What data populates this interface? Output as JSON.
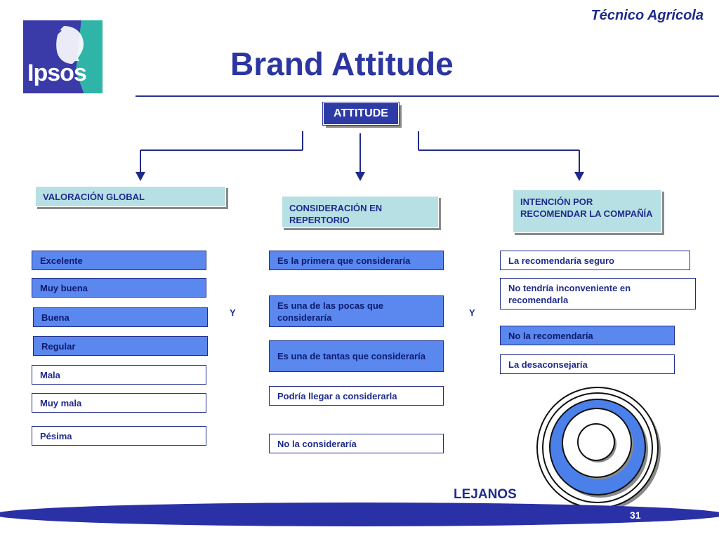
{
  "header": {
    "tag": "Técnico Agrícola",
    "title": "Brand Attitude",
    "logo_text": "Ipsos"
  },
  "root": {
    "label": "ATTITUDE"
  },
  "columns": [
    {
      "heading": "VALORACIÓN GLOBAL",
      "options": [
        "Excelente",
        "Muy buena",
        "Buena",
        "Regular",
        "Mala",
        "Muy mala",
        "Pésima"
      ]
    },
    {
      "heading": "CONSIDERACIÓN EN REPERTORIO",
      "options": [
        "Es la primera que consideraría",
        "Es una de las pocas que consideraría",
        "Es una de tantas que consideraría",
        "Podría llegar a considerarla",
        "No la consideraría"
      ]
    },
    {
      "heading": "INTENCIÓN POR RECOMENDAR LA COMPAÑÍA",
      "options": [
        "La recomendaría seguro",
        "No tendría inconveniente en recomendarla",
        "No la recomendaría",
        "La desaconsejaría"
      ]
    }
  ],
  "connector_label": "Y",
  "footer": {
    "label": "LEJANOS",
    "page": "31"
  },
  "colors": {
    "primary": "#2b36a0",
    "accent_blue": "#5a88ee",
    "cyan_box": "#b7e0e5"
  }
}
